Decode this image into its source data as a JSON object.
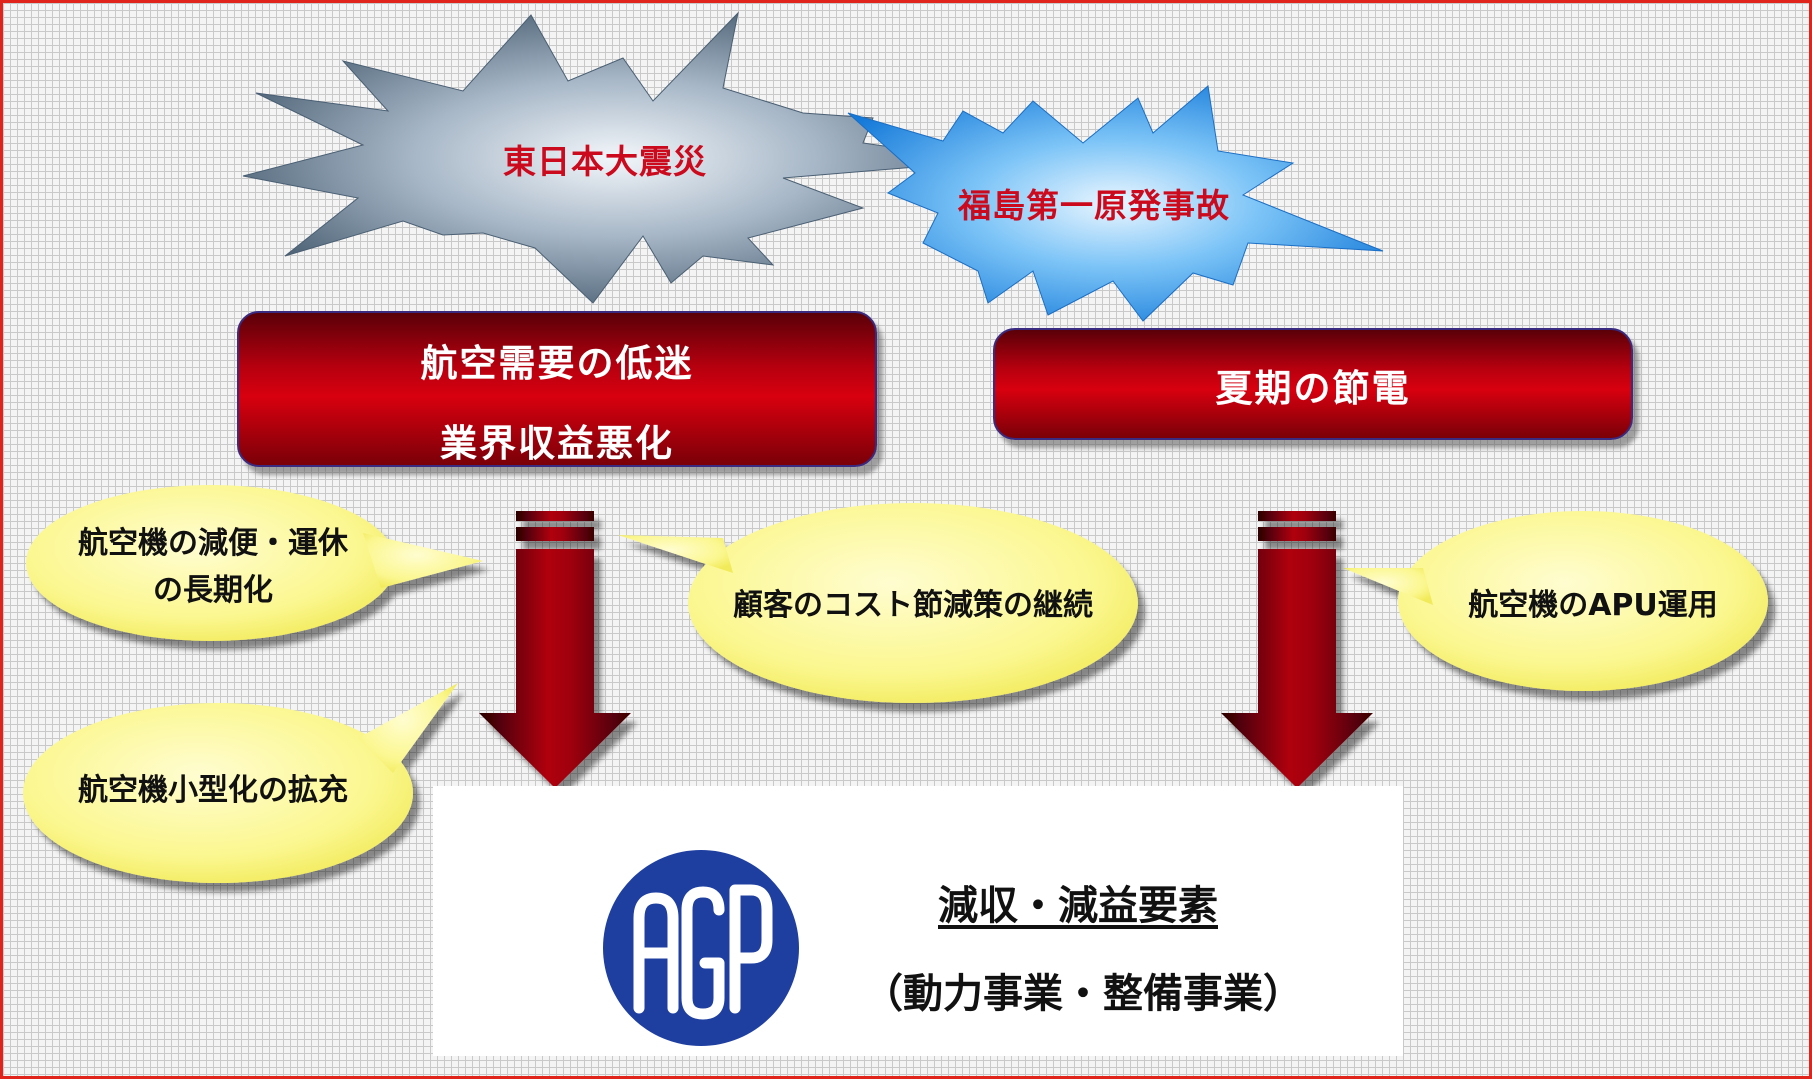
{
  "events": {
    "earthquake": "東日本大震災",
    "nuclear": "福島第一原発事故"
  },
  "impacts": {
    "left_line1": "航空需要の低迷",
    "left_line2": "業界収益悪化",
    "right": "夏期の節電"
  },
  "factors": {
    "flight_reduction_line1": "航空機の減便・運休",
    "flight_reduction_line2": "の長期化",
    "cost_cutting": "顧客のコスト節減策の継続",
    "downsizing": "航空機小型化の拡充",
    "apu": "航空機のAPU運用"
  },
  "result": {
    "title": "減収・減益要素",
    "subtitle": "（動力事業・整備事業）"
  },
  "colors": {
    "border": "#e0241b",
    "burst_gray": "#5f7488",
    "burst_blue": "#2a8fe0",
    "label_red": "#cc0a1e",
    "box_red": "#c8000f",
    "bubble_yellow": "#fbf78f",
    "logo_blue": "#1e3fa0"
  },
  "logo": {
    "lettering": "AGP"
  }
}
